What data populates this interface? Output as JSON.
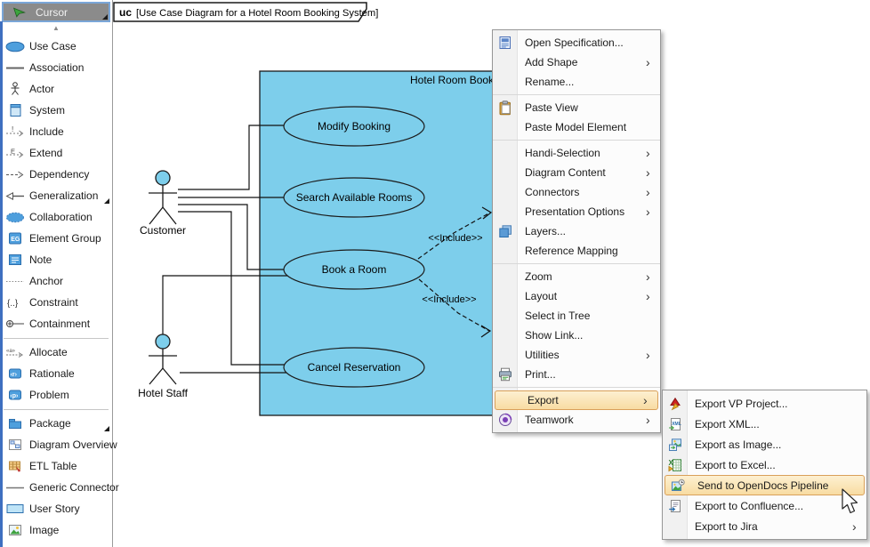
{
  "glyphs": {
    "submenu_arrow": "›",
    "scroll_up": "▲"
  },
  "colors": {
    "shape_fill": "#7dceeb",
    "menu_highlight_top": "#fdf0d1",
    "menu_highlight_bottom": "#f8dca2",
    "menu_highlight_border": "#d9a05a",
    "selected_tool_bg": "#8b8b8b",
    "selected_tool_border": "#7aa6d8"
  },
  "frame": {
    "keyword": "uc",
    "title": "[Use Case Diagram for a Hotel Room Booking System]"
  },
  "palette": {
    "selected_tool": {
      "label": "Cursor",
      "icon": "cursor-arrow-icon",
      "flyout": true
    },
    "items": [
      {
        "label": "Use Case",
        "icon": "use-case-icon"
      },
      {
        "label": "Association",
        "icon": "association-icon"
      },
      {
        "label": "Actor",
        "icon": "actor-icon"
      },
      {
        "label": "System",
        "icon": "system-icon"
      },
      {
        "label": "Include",
        "icon": "include-icon"
      },
      {
        "label": "Extend",
        "icon": "extend-icon"
      },
      {
        "label": "Dependency",
        "icon": "dependency-icon"
      },
      {
        "label": "Generalization",
        "icon": "generalization-icon",
        "flyout": true
      },
      {
        "label": "Collaboration",
        "icon": "collaboration-icon"
      },
      {
        "label": "Element Group",
        "icon": "element-group-icon"
      },
      {
        "label": "Note",
        "icon": "note-icon"
      },
      {
        "label": "Anchor",
        "icon": "anchor-icon"
      },
      {
        "label": "Constraint",
        "icon": "constraint-icon"
      },
      {
        "label": "Containment",
        "icon": "containment-icon"
      },
      {
        "separator": true
      },
      {
        "label": "Allocate",
        "icon": "allocate-icon"
      },
      {
        "label": "Rationale",
        "icon": "rationale-icon"
      },
      {
        "label": "Problem",
        "icon": "problem-icon"
      },
      {
        "separator": true
      },
      {
        "label": "Package",
        "icon": "package-icon",
        "flyout": true
      },
      {
        "label": "Diagram Overview",
        "icon": "diagram-overview-icon"
      },
      {
        "label": "ETL Table",
        "icon": "etl-table-icon"
      },
      {
        "label": "Generic Connector",
        "icon": "generic-connector-icon"
      },
      {
        "label": "User Story",
        "icon": "user-story-icon"
      },
      {
        "label": "Image",
        "icon": "image-icon"
      }
    ]
  },
  "diagram": {
    "system_boundary_title": "Hotel Room Booki",
    "use_cases": [
      "Modify Booking",
      "Search Available Rooms",
      "Book a Room",
      "Cancel Reservation"
    ],
    "actors": [
      "Customer",
      "Hotel Staff"
    ],
    "include_labels": [
      "<<Include>>",
      "<<Include>>"
    ]
  },
  "context_menu": {
    "items": [
      {
        "label": "Open Specification...",
        "icon": "specification-icon"
      },
      {
        "label": "Add Shape",
        "submenu": true
      },
      {
        "label": "Rename..."
      },
      {
        "separator": true
      },
      {
        "label": "Paste View",
        "icon": "paste-view-icon"
      },
      {
        "label": "Paste Model Element"
      },
      {
        "separator": true
      },
      {
        "label": "Handi-Selection",
        "submenu": true
      },
      {
        "label": "Diagram Content",
        "submenu": true
      },
      {
        "label": "Connectors",
        "submenu": true
      },
      {
        "label": "Presentation Options",
        "submenu": true
      },
      {
        "label": "Layers...",
        "icon": "layers-icon"
      },
      {
        "label": "Reference Mapping"
      },
      {
        "separator": true
      },
      {
        "label": "Zoom",
        "submenu": true
      },
      {
        "label": "Layout",
        "submenu": true
      },
      {
        "label": "Select in Tree"
      },
      {
        "label": "Show Link..."
      },
      {
        "label": "Utilities",
        "submenu": true
      },
      {
        "label": "Print...",
        "icon": "print-icon"
      },
      {
        "separator": true
      },
      {
        "label": "Export",
        "submenu": true,
        "highlighted": true
      },
      {
        "label": "Teamwork",
        "icon": "teamwork-icon",
        "submenu": true
      }
    ]
  },
  "export_submenu": {
    "items": [
      {
        "label": "Export VP Project...",
        "icon": "vp-project-icon"
      },
      {
        "label": "Export XML...",
        "icon": "xml-icon"
      },
      {
        "label": "Export as Image...",
        "icon": "image-export-icon"
      },
      {
        "label": "Export to Excel...",
        "icon": "excel-icon"
      },
      {
        "label": "Send to OpenDocs Pipeline",
        "icon": "opendocs-icon",
        "highlighted": true
      },
      {
        "label": "Export to Confluence...",
        "icon": "confluence-icon"
      },
      {
        "label": "Export to Jira",
        "submenu": true
      }
    ]
  }
}
